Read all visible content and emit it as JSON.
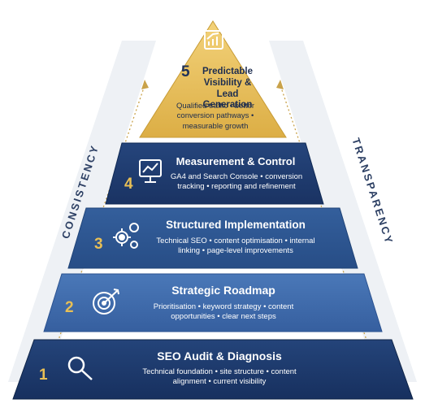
{
  "pyramid": {
    "side_left": "CONSISTENCY",
    "side_right": "TRANSPARENCY",
    "levels": [
      {
        "number": "5",
        "title": "Predictable Visibility & Lead Generation",
        "desc": "Qualified traffic • better conversion pathways • measurable growth",
        "icon": "bar-chart-growth-icon",
        "color": "#e9c15b"
      },
      {
        "number": "4",
        "title": "Measurement & Control",
        "desc": "GA4 and Search Console • conversion tracking • reporting and refinement",
        "icon": "analytics-monitor-icon",
        "color": "#1f3b6d"
      },
      {
        "number": "3",
        "title": "Structured Implementation",
        "desc": "Technical SEO • content optimisation • internal linking • page-level improvements",
        "icon": "gears-icon",
        "color": "#2c5590"
      },
      {
        "number": "2",
        "title": "Strategic Roadmap",
        "desc": "Prioritisation • keyword strategy • content opportunities • clear next steps",
        "icon": "target-icon",
        "color": "#3e6aab"
      },
      {
        "number": "1",
        "title": "SEO Audit & Diagnosis",
        "desc": "Technical foundation • site structure • content alignment • current visibility",
        "icon": "magnifier-icon",
        "color": "#1e3a6e"
      }
    ]
  }
}
